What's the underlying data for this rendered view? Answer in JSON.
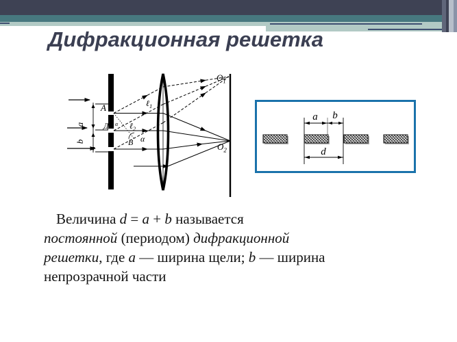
{
  "colors": {
    "header_dark": "#3e4254",
    "header_teal": "#47787f",
    "header_pale": "#b2cac5",
    "accent_line": "#3d4e70",
    "title_color": "#3b3f52",
    "box_border": "#1a72ab",
    "stripe_mid": "#60667a",
    "stripe_light": "#b8bfca",
    "stripe_gray": "#8a93a8"
  },
  "header": {
    "title": "Дифракционная решетка"
  },
  "left_diagram": {
    "labels": {
      "A": "A",
      "D": "Д",
      "B": "В",
      "alpha": "α",
      "alpha_small": "α",
      "a_rot": "a",
      "b_rot": "b",
      "l": "ℓ",
      "l1_sub": "1",
      "l2_sub": "2",
      "O": "O",
      "O1_sub": "1",
      "O2_sub": "2"
    }
  },
  "right_diagram": {
    "labels": {
      "a": "a",
      "b": "b",
      "d": "d"
    }
  },
  "paragraph": {
    "lines": [
      {
        "indent": true,
        "segments": [
          {
            "t": "Величина ",
            "em": false
          },
          {
            "t": "d",
            "em": true
          },
          {
            "t": " = ",
            "em": false
          },
          {
            "t": "a",
            "em": true
          },
          {
            "t": " + ",
            "em": false
          },
          {
            "t": "b",
            "em": true
          },
          {
            "t": " называется",
            "em": false
          }
        ]
      },
      {
        "indent": false,
        "segments": [
          {
            "t": "постоянной",
            "em": true
          },
          {
            "t": " (периодом) ",
            "em": false
          },
          {
            "t": "дифракционной",
            "em": true
          }
        ]
      },
      {
        "indent": false,
        "segments": [
          {
            "t": "решетки",
            "em": true
          },
          {
            "t": ", где ",
            "em": false
          },
          {
            "t": "a",
            "em": true
          },
          {
            "t": " — ширина щели; ",
            "em": false
          },
          {
            "t": "b",
            "em": true
          },
          {
            "t": " — ширина",
            "em": false
          }
        ]
      },
      {
        "indent": false,
        "segments": [
          {
            "t": "непрозрачной части",
            "em": false
          }
        ]
      }
    ]
  }
}
